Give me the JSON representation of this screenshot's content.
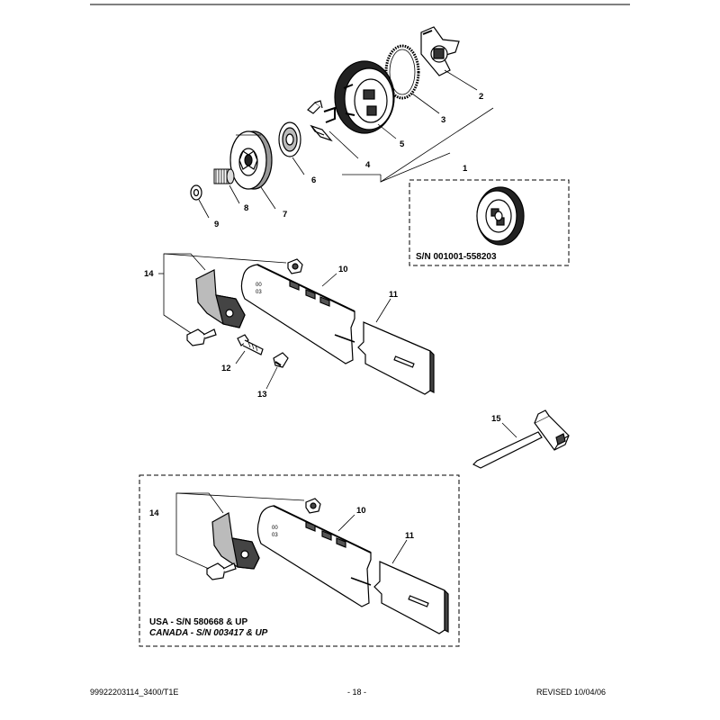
{
  "callouts": {
    "c1": "1",
    "c2": "2",
    "c3": "3",
    "c4": "4",
    "c5": "5",
    "c6": "6",
    "c7": "7",
    "c8": "8",
    "c9": "9",
    "c10a": "10",
    "c11a": "11",
    "c12": "12",
    "c13": "13",
    "c14a": "14",
    "c15": "15",
    "c10b": "10",
    "c11b": "11",
    "c14b": "14"
  },
  "insets": {
    "top_serial": "S/N 001001-558203",
    "usa_serial": "USA - S/N 580668 & UP",
    "canada_serial": "CANADA - S/N 003417 & UP"
  },
  "bar_marks": {
    "upper": [
      "00",
      "03"
    ],
    "lower": [
      "00",
      "03"
    ]
  },
  "footer": {
    "doc_number": "99922203114_3400/T1E",
    "page_number": "- 18 -",
    "revision": "REVISED 10/04/06"
  }
}
